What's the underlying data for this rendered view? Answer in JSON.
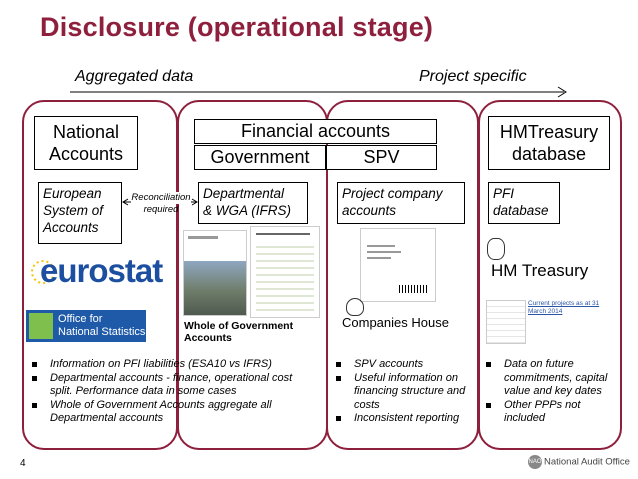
{
  "slide": {
    "title": "Disclosure (operational stage)",
    "aggregated_label": "Aggregated data",
    "project_label": "Project specific",
    "page_number": "4",
    "footer_org": "National Audit Office",
    "footer_logo_text": "NAO"
  },
  "col1": {
    "header_line1": "National",
    "header_line2": "Accounts",
    "box_line1": "European",
    "box_line2": "System of",
    "box_line3": "Accounts",
    "logo1": "eurostat",
    "logo2_line1": "Office for",
    "logo2_line2": "National Statistics"
  },
  "reconciliation": {
    "line1": "Reconciliation",
    "line2": "required"
  },
  "col2": {
    "header_financial": "Financial accounts",
    "header_government": "Government",
    "header_spv": "SPV",
    "box_line1": "Departmental",
    "box_line2": "& WGA (IFRS)",
    "doc_caption_line1": "Whole of Government",
    "doc_caption_line2": "Accounts",
    "bullets": [
      "Information on PFI liabilities (ESA10 vs IFRS)",
      "Departmental accounts - finance, operational cost split. Performance data in some cases",
      "Whole of Government Accounts aggregate all Departmental accounts"
    ]
  },
  "col3": {
    "box_line1": "Project company",
    "box_line2": "accounts",
    "logo_text": "Companies House",
    "bullets": [
      "SPV accounts",
      "Useful information on financing structure and costs",
      "Inconsistent reporting"
    ]
  },
  "col4": {
    "header_line1": "HMTreasury",
    "header_line2": "database",
    "box_line1": "PFI",
    "box_line2": "database",
    "logo_text": "HM Treasury",
    "doc_link": "Current projects as at 31 March 2014",
    "bullets": [
      "Data on future commitments, capital value and key dates",
      "Other PPPs not included"
    ]
  },
  "colors": {
    "accent": "#8e1f3d",
    "eurostat_blue": "#1d4fa0",
    "ons_green": "#2d8a3e"
  }
}
